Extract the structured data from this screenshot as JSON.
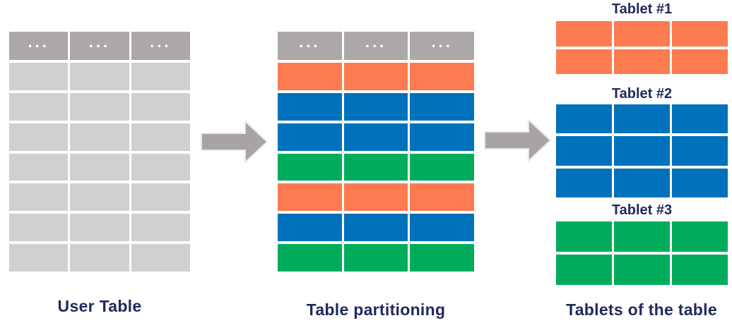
{
  "palette": {
    "orange": "#FC7B50",
    "blue": "#0071BB",
    "green": "#00AC5B",
    "header_gray": "#ACA8A7",
    "row_gray": "#D1D0D0",
    "arrow_gray": "#A8A4A3",
    "arrow_outline": "#E9E7E7",
    "label_navy": "#1F2A5B"
  },
  "user_table": {
    "label": "User Table",
    "columns": 3,
    "header_cells": [
      "...",
      "...",
      "..."
    ],
    "row_colors": [
      "row_gray",
      "row_gray",
      "row_gray",
      "row_gray",
      "row_gray",
      "row_gray",
      "row_gray"
    ]
  },
  "partitioned_table": {
    "label": "Table partitioning",
    "columns": 3,
    "header_cells": [
      "...",
      "...",
      "..."
    ],
    "row_colors": [
      "orange",
      "blue",
      "blue",
      "green",
      "orange",
      "blue",
      "green"
    ]
  },
  "tablets": {
    "caption": "Tablets of the table",
    "items": [
      {
        "label": "Tablet #1",
        "columns": 3,
        "row_colors": [
          "orange",
          "orange"
        ]
      },
      {
        "label": "Tablet #2",
        "columns": 3,
        "row_colors": [
          "blue",
          "blue",
          "blue"
        ]
      },
      {
        "label": "Tablet #3",
        "columns": 3,
        "row_colors": [
          "green",
          "green"
        ]
      }
    ]
  }
}
